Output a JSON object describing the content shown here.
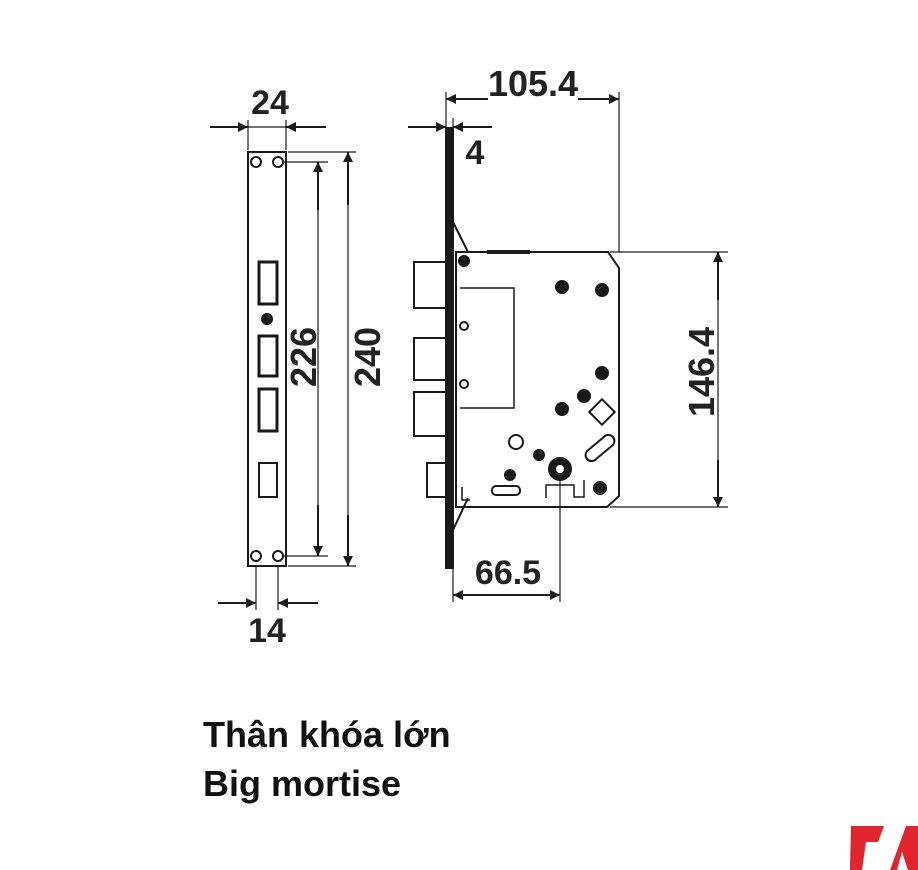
{
  "dimensions": {
    "faceplate_width": "24",
    "screw_spacing": "14",
    "inner_height": "226",
    "total_height": "240",
    "case_depth": "105.4",
    "faceplate_thickness": "4",
    "case_height": "146.4",
    "backset": "66.5"
  },
  "caption": {
    "vietnamese": "Thân khóa lớn",
    "english": "Big mortise"
  },
  "colors": {
    "line": "#1a1a1a",
    "text": "#222222",
    "logo": "#e0262c"
  },
  "icons": {
    "logo": "brand-logo-icon"
  }
}
